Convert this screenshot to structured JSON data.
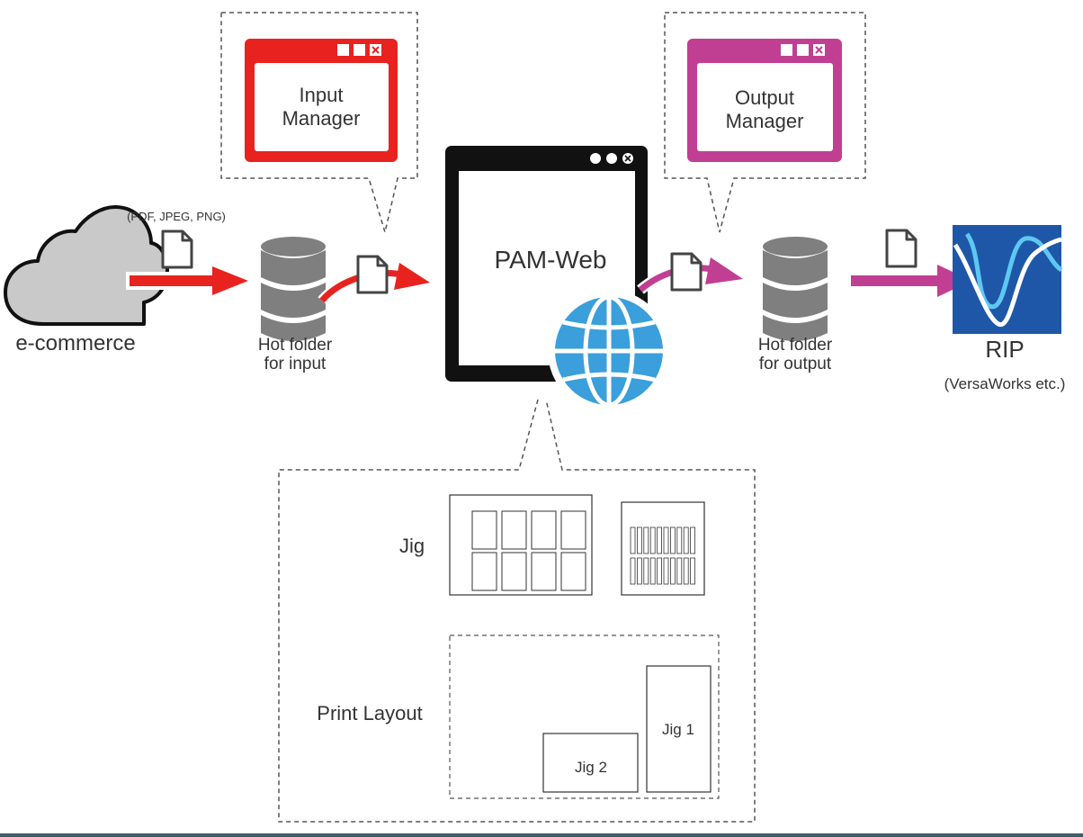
{
  "input_manager": {
    "line1": "Input",
    "line2": "Manager"
  },
  "output_manager": {
    "line1": "Output",
    "line2": "Manager"
  },
  "pam_web": {
    "title": "PAM-Web"
  },
  "ecommerce": {
    "label": "e-commerce",
    "formats": "(PDF, JPEG, PNG)"
  },
  "hot_folder_input": {
    "line1": "Hot folder",
    "line2": "for input"
  },
  "hot_folder_output": {
    "line1": "Hot folder",
    "line2": "for output"
  },
  "rip": {
    "label": "RIP",
    "sublabel": "(VersaWorks etc.)"
  },
  "jig_panel": {
    "jig_label": "Jig",
    "print_layout_label": "Print Layout",
    "jig1_label": "Jig 1",
    "jig2_label": "Jig 2"
  },
  "colors": {
    "input_red": "#e8231f",
    "output_magenta": "#c13f93",
    "globe_blue": "#3a9fdb",
    "rip_blue": "#1f57a8",
    "cloud_grey": "#c9c9c9",
    "db_grey": "#7f7f7f"
  }
}
